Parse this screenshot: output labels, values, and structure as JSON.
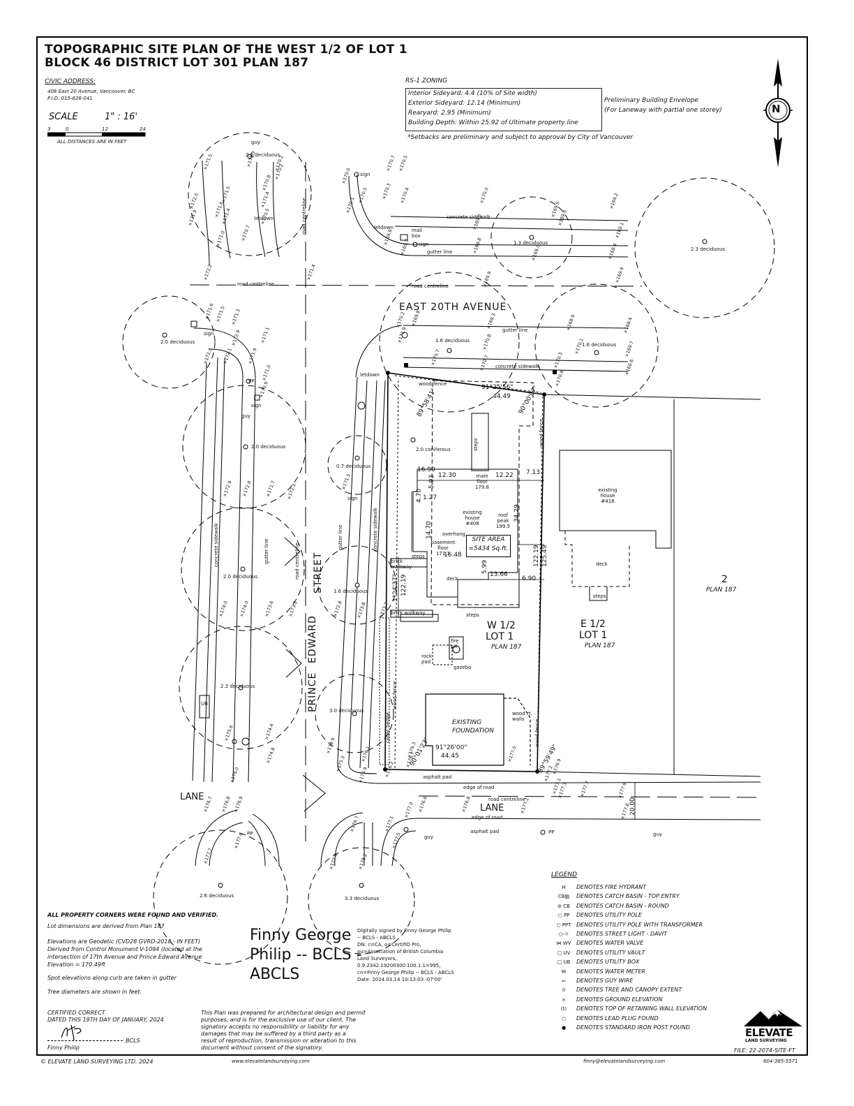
{
  "title": {
    "line1": "TOPOGRAPHIC SITE PLAN OF THE WEST 1/2 OF LOT 1",
    "line2": "BLOCK 46 DISTRICT LOT 301 PLAN 187"
  },
  "civic": {
    "heading": "CIVIC ADDRESS:",
    "address": "408 East 20 Avenue, Vancouver, BC",
    "pid": "P.I.D. 015-626-041"
  },
  "scale": {
    "label": "SCALE",
    "value": "1\" : 16'",
    "ticks": [
      "3",
      "0",
      "12",
      "24"
    ],
    "note": "ALL DISTANCES ARE IN FEET"
  },
  "zoning": {
    "heading": "RS-1 ZONING",
    "lines": [
      "Interior Sideyard: 4.4 (10% of Site width)",
      "Exterior Sideyard: 12.14 (Minimum)",
      "Rearyard: 2.95 (Minimum)",
      "Building Depth: Within 25.92 of Ultimate property line"
    ],
    "note": "*Setbacks are preliminary and subject to approval by City of Vancouver",
    "envelope1": "Preliminary Building Envelope",
    "envelope2": "(For Laneway with partial one storey)"
  },
  "north": "N",
  "streets": {
    "east20": "EAST 20TH AVENUE",
    "prince": "PRINCE",
    "edward": "EDWARD",
    "street": "STREET",
    "lane_left": "LANE",
    "lane_bottom": "LANE",
    "road_centreline": "road centreline",
    "gutter_line": "gutter line",
    "concrete_sidewalk": "concrete sidewalk",
    "edge_of_road": "edge of road",
    "asphalt_pad": "asphalt pad",
    "letdown": "letdown",
    "mail_box": "mail box",
    "sign": "sign",
    "guy": "guy",
    "pp": "PP",
    "ub": "UB",
    "wood_fence": "wood fence",
    "cedar_hedge": "cedar hedge"
  },
  "lots": {
    "w_half": "W 1/2",
    "w_lot": "LOT 1",
    "w_plan": "PLAN 187",
    "e_half": "E 1/2",
    "e_lot": "LOT 1",
    "e_plan": "PLAN 187",
    "lot2": "2",
    "lot2_plan": "PLAN 187",
    "existing_418": "existing house #418",
    "deck": "deck",
    "steps": "steps"
  },
  "house": {
    "main_floor": "main floor 179.8",
    "existing": "existing house #408",
    "roof_peak": "roof peak 199.5",
    "overhang": "overhang",
    "basement": "basement floor 171.1",
    "brick_walkway": "brick walkway",
    "deck": "deck",
    "steps": "steps",
    "site_area_1": "SITE AREA",
    "site_area_2": "=5434 Sq.ft.",
    "gazebo": "gazebo",
    "rock_pad": "rock pad",
    "fire_pit": "fire pit",
    "foundation_1": "EXISTING",
    "foundation_2": "FOUNDATION",
    "wood_walls": "wood rt. walls"
  },
  "dimensions": {
    "top_bearing": "91°25'56\"",
    "top_length": "44.49",
    "corner_ne": "90°00'07\"",
    "corner_nw": "89°58'41\"",
    "bottom_bearing": "91°26'00\"",
    "bottom_length": "44.45",
    "corner_sw": "90°01'23\"",
    "corner_se": "89°59'49\"",
    "east_side": "122.19",
    "east_side2": "125.49",
    "west_side": "122.19",
    "west_angle": "1°24'37\"",
    "d1": "12.30",
    "d2": "12.22",
    "d3": "16.90",
    "d4": "5.93",
    "d5": "4.70",
    "d6": "1.27",
    "d7": "7.13",
    "d8": "34.29",
    "d9": "14.70",
    "d10": "16.48",
    "d11": "13.66",
    "d12": "6.90",
    "d13": "5.99",
    "lane_width": "20.00"
  },
  "spot_elevations": [
    "171.5",
    "171.3",
    "170.2",
    "170.2",
    "170.8",
    "172.0",
    "171.5",
    "171.6",
    "171.4",
    "170.5",
    "171.9",
    "171.4",
    "171.0",
    "170.7",
    "170.0",
    "170.7",
    "170.5",
    "170.1",
    "170.5",
    "170.3",
    "170.4",
    "170.0",
    "169.9",
    "169.7",
    "169.8",
    "169.3",
    "169.5",
    "169.6",
    "169.2",
    "169.1",
    "169.0",
    "168.4",
    "169.9",
    "169.9",
    "172.2",
    "171.4",
    "171.6",
    "171.5",
    "171.3",
    "172.9",
    "171.1",
    "172.3",
    "172.1",
    "171.9",
    "171.0",
    "170.9",
    "170.2",
    "169.8",
    "169.3",
    "168.9",
    "168.4",
    "171.9",
    "170.8",
    "170.1",
    "169.7",
    "170.7",
    "170.7",
    "170.3",
    "169.6",
    "170.4",
    "172.9",
    "172.8",
    "171.7",
    "172.1",
    "171.5",
    "174.0",
    "174.0",
    "173.6",
    "173.2",
    "172.8",
    "173.8",
    "173.7",
    "175.6",
    "174.4",
    "174.8",
    "174.9",
    "175.3",
    "176.1",
    "175.9",
    "176.2",
    "176.0",
    "176.7",
    "176.8",
    "176.9",
    "177.7",
    "177.6",
    "176.7",
    "177.4",
    "178.2",
    "177.5",
    "177.1",
    "177.0",
    "176.6",
    "176.8",
    "177.2",
    "177.8",
    "177.7",
    "177.9",
    "177.3",
    "177.1",
    "176.3",
    "176.7",
    "177.0",
    "176.9",
    "177.2"
  ],
  "trees": {
    "t1": "2.6 deciduous",
    "t2": "1.3 deciduous",
    "t3": "2.3 deciduous",
    "t4": "2.0 deciduous",
    "t5": "1.6 deciduous",
    "t6": "1.6 deciduous",
    "t7": "2.0 deciduous",
    "t8": "0.7 deciduous",
    "t9": "2.0 coniferous",
    "t10": "2.0 deciduous",
    "t11": "1.6 deciduous",
    "t12": "2.3 deciduous",
    "t13": "3.0 deciduous",
    "t14": "2.6 deciduous",
    "t15": "3.3 deciduous"
  },
  "legend": {
    "heading": "LEGEND",
    "rows": [
      {
        "sym": "H",
        "text": "DENOTES FIRE HYDRANT"
      },
      {
        "sym": "CB▨",
        "text": "DENOTES CATCH BASIN - TOP ENTRY"
      },
      {
        "sym": "⊘ CB",
        "text": "DENOTES CATCH BASIN - ROUND"
      },
      {
        "sym": "○ PP",
        "text": "DENOTES UTILITY POLE"
      },
      {
        "sym": "○ PPT",
        "text": "DENOTES UTILITY POLE WITH TRANSFORMER"
      },
      {
        "sym": "○-☼",
        "text": "DENOTES STREET LIGHT - DAVIT"
      },
      {
        "sym": "⋈ WV",
        "text": "DENOTES WATER VALVE"
      },
      {
        "sym": "□ UV",
        "text": "DENOTES UTILITY VAULT"
      },
      {
        "sym": "□ UB",
        "text": "DENOTES UTILITY BOX"
      },
      {
        "sym": "M",
        "text": "DENOTES WATER METER"
      },
      {
        "sym": "⇐",
        "text": "DENOTES GUY WIRE"
      },
      {
        "sym": "⊙",
        "text": "DENOTES TREE AND CANOPY EXTENT"
      },
      {
        "sym": "×",
        "text": "DENOTES GROUND ELEVATION"
      },
      {
        "sym": "(t)",
        "text": "DENOTES TOP OF RETAINING WALL ELEVATION"
      },
      {
        "sym": "○",
        "text": "DENOTES LEAD PLUG FOUND"
      },
      {
        "sym": "●",
        "text": "DENOTES STANDARD IRON POST FOUND"
      }
    ]
  },
  "notes": {
    "corners": "ALL PROPERTY CORNERS WERE FOUND AND VERIFIED.",
    "lot_dims": "Lot dimensions are derived from Plan 187",
    "elev1": "Elevations are Geodetic (CVD28 GVRD-2018 - IN FEET)",
    "elev2": "Derived from Control Monument V-1094 (located at the",
    "elev3": "intersection of 17th Avenue and Prince Edward Avenue",
    "elev4": "Elevation = 170.49ft",
    "spot": "Spot elevations along curb are taken in gutter",
    "tree": "Tree diameters are shown in feet."
  },
  "signature": {
    "name1": "Finny George",
    "name2": "Philip -- BCLS -",
    "name3": "ABCLS",
    "digital": "Digitally signed by Finny George Philip\n-- BCLS - ABCLS\nDN: c=CA, o=CertifiO Pro,\nou=Association of British Columbia\nLand Surveyors,\n0.9.2342.19200300.100.1.1=995,\ncn=Finny George Philip -- BCLS - ABCLS\nDate: 2024.03.14 10:13:03 -07'00'"
  },
  "certified": {
    "line1": "CERTIFIED CORRECT",
    "line2": "DATED THIS 19TH DAY OF JANUARY, 2024",
    "bcls": "BCLS",
    "name": "Finny Philip"
  },
  "disclaimer": [
    "This Plan was prepared for architectural design and permit",
    "purposes, and is for the exclusive use of our client. The",
    "signatory accepts no responsibility or liability for any",
    "damages that may be suffered by a third party as a",
    "result of reproduction, transmission or alteration to this",
    "document without consent of the signatory."
  ],
  "logo": {
    "name": "ELEVATE",
    "sub": "LAND SURVEYING",
    "file": "FILE: 22-2074-SITE-FT"
  },
  "footer": {
    "copyright": "© ELEVATE LAND SURVEYING LTD. 2024",
    "website": "www.elevatelandsurveying.com",
    "email": "finny@elevatelandsurveying.com",
    "phone": "604-385-5571"
  }
}
